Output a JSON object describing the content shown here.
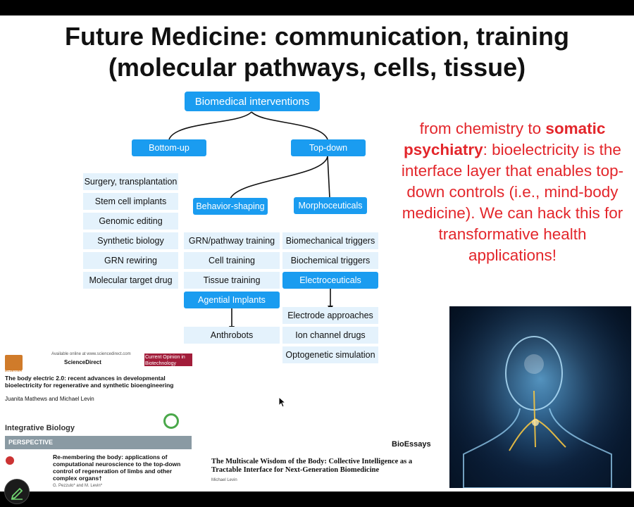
{
  "slide": {
    "title_line1": "Future Medicine: communication, training",
    "title_line2": "(molecular pathways, cells, tissue)"
  },
  "diagram": {
    "root": "Biomedical interventions",
    "bottom_up": "Bottom-up",
    "top_down": "Top-down",
    "bottom_up_items": [
      "Surgery, transplantation",
      "Stem cell implants",
      "Genomic editing",
      "Synthetic biology",
      "GRN rewiring",
      "Molecular target drug"
    ],
    "behavior_shaping": "Behavior-shaping",
    "behavior_items": [
      "GRN/pathway training",
      "Cell training",
      "Tissue training"
    ],
    "agential_implants": "Agential Implants",
    "anthrobots": "Anthrobots",
    "morphoceuticals": "Morphoceuticals",
    "morpho_items": [
      "Biomechanical triggers",
      "Biochemical triggers"
    ],
    "electroceuticals": "Electroceuticals",
    "electro_items": [
      "Electrode approaches",
      "Ion channel drugs",
      "Optogenetic simulation"
    ]
  },
  "quote": {
    "part1": "from chemistry to ",
    "bold": "somatic psychiatry",
    "part2": ": bioelectricity is the interface layer that enables top-down controls (i.e., mind-body medicine). We can hack this for transformative health applications!"
  },
  "papers": {
    "p1": {
      "available": "Available online at www.sciencedirect.com",
      "publisher": "ScienceDirect",
      "journal": "Current Opinion in Biotechnology",
      "elsevier": "ELSEVIER",
      "title": "The body electric 2.0: recent advances in developmental bioelectricity for regenerative and synthetic bioengineering",
      "authors": "Juanita Mathews and Michael Levin"
    },
    "p2": {
      "journal": "Integrative Biology",
      "section": "PERSPECTIVE",
      "title": "Re-membering the body: applications of computational neuroscience to the top-down control of regeneration of limbs and other complex organs†",
      "authors": "G. Pezzulo* and M. Levin*"
    },
    "p3": {
      "journal": "BioEssays",
      "title": "The Multiscale Wisdom of the Body: Collective Intelligence as a Tractable Interface for Next-Generation Biomedicine",
      "authors": "Michael Levin"
    }
  },
  "colors": {
    "node_blue": "#1a9cf0",
    "node_light": "#e4f2fc",
    "quote_red": "#e3262b"
  },
  "icons": {
    "pen": "pen-icon",
    "cursor": "mouse-cursor-icon"
  }
}
